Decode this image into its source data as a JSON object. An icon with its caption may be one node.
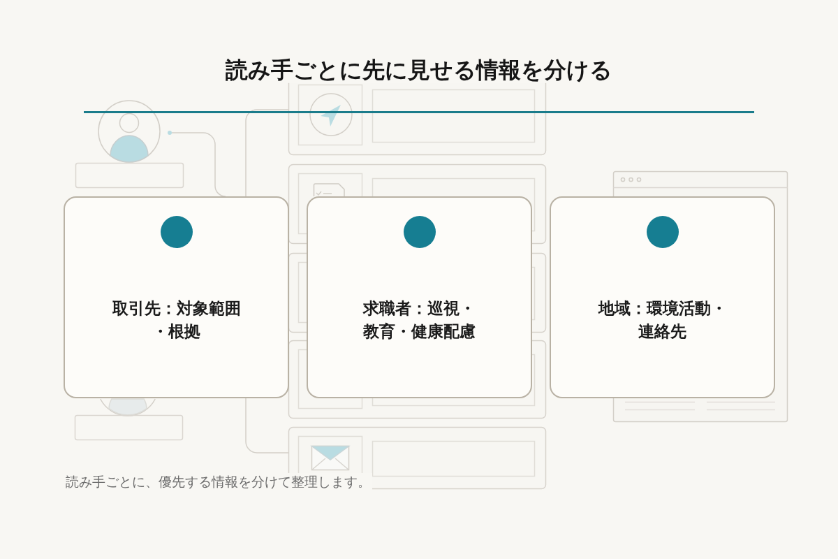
{
  "diagram": {
    "title": "読み手ごとに先に見せる情報を分ける",
    "caption": "読み手ごとに、優先する情報を分けて整理します。",
    "nodes": [
      {
        "text": [
          "取引先：対象範囲・根拠"
        ]
      },
      {
        "text": [
          "求職者：巡視・教育・健康配慮"
        ]
      },
      {
        "text": [
          "地域：環境活動・連絡先"
        ]
      }
    ]
  }
}
